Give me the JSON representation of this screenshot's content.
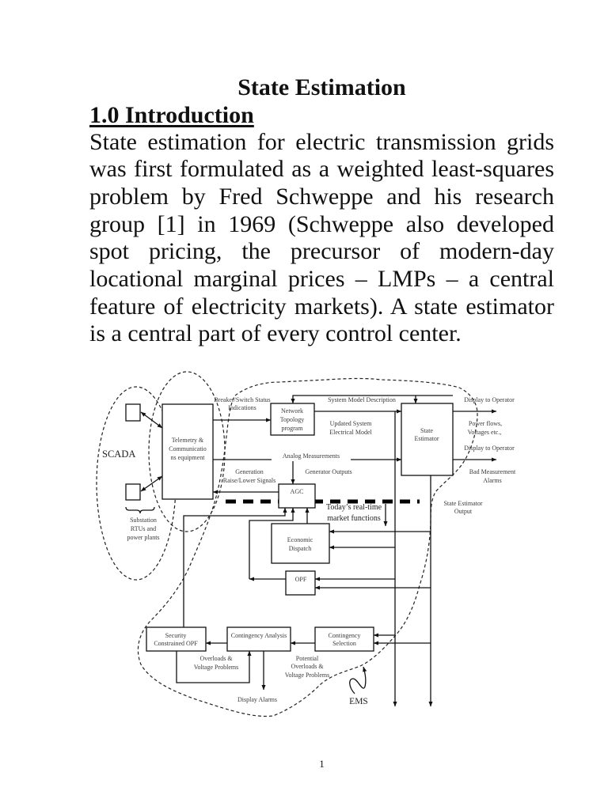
{
  "document": {
    "title": "State Estimation",
    "section_heading": "1.0 Introduction",
    "paragraph_lines": [
      "State estimation for electric transmission grids",
      "was first formulated as a weighted least-squares",
      "problem by Fred Schweppe and his research",
      "group [1] in 1969 (Schweppe also developed",
      "spot pricing, the precursor of modern-day",
      "locational marginal prices – LMPs – a central",
      "feature of electricity markets). A state estimator",
      "is a central part of every control center."
    ],
    "page_number": "1"
  },
  "diagram": {
    "scada_label": "SCADA",
    "substation_label": [
      "Substation",
      "RTUs and",
      "power plants"
    ],
    "boxes": {
      "telemetry": [
        "Telemetry &",
        "Communicatio",
        "ns equipment"
      ],
      "network_topology": [
        "Network",
        "Topology",
        "program"
      ],
      "state_estimator": [
        "State",
        "Estimator"
      ],
      "agc": [
        "AGC"
      ],
      "economic_dispatch": [
        "Economic",
        "Dispatch"
      ],
      "opf": [
        "OPF"
      ],
      "security_constrained_opf": [
        "Security",
        "Constrained OPF"
      ],
      "contingency_analysis": [
        "Contingency Analysis"
      ],
      "contingency_selection": [
        "Contingency",
        "Selection"
      ]
    },
    "labels": {
      "breaker_switch": [
        "Breaker/Switch Status",
        "Indications"
      ],
      "system_model_description": "System Model Description",
      "updated_model": [
        "Updated System",
        "Electrical Model"
      ],
      "analog_measurements": "Analog Measurements",
      "generation_signals": [
        "Generation",
        "Raise/Lower Signals"
      ],
      "generator_outputs": "Generator Outputs",
      "display_to_operator_1": "Display to Operator",
      "power_flows": [
        "Power flows,",
        "Voltages etc.,"
      ],
      "display_to_operator_2": "Display to Operator",
      "bad_measurement": [
        "Bad Measurement",
        "Alarms"
      ],
      "state_estimator_output": [
        "State Estimator",
        "Output"
      ],
      "market_functions": [
        "Today’s real-time",
        "market functions"
      ],
      "overloads_voltage": [
        "Overloads &",
        "Voltage Problems"
      ],
      "potential_overloads": [
        "Potential",
        "Overloads &",
        "Voltage Problems"
      ],
      "display_alarms": "Display Alarms",
      "ems": "EMS"
    }
  }
}
